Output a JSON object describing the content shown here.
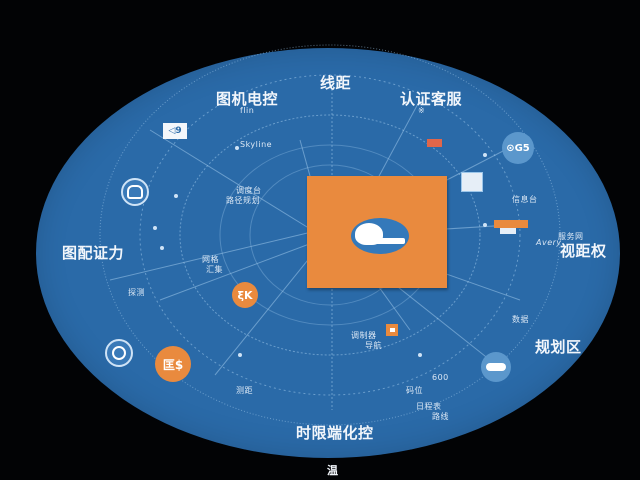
{
  "diagram": {
    "type": "radial-hub-diagram",
    "colors": {
      "background": "#020305",
      "disc": "#2a6aa8",
      "ring_lines": "#9cc6ea",
      "accent_orange": "#e98a3e",
      "accent_red": "#e0664a",
      "text": "#f2f6fb"
    },
    "center_panel": {
      "icon": "cloud-icon"
    },
    "labels": {
      "top": "线距",
      "top_left": "图机电控",
      "top_right": "认证客服",
      "left": "图配证力",
      "right": "视距权",
      "lower_right": "规划区",
      "bottom": "时限端化控",
      "below_disc": "温"
    },
    "small_labels": {
      "top_left_sub": "flin",
      "top_right_sub": "※",
      "upper_left_cluster_1": "Skyline",
      "upper_left_cluster_2a": "调度台",
      "upper_left_cluster_2b": "路径规划",
      "mid_left_1": "网格",
      "mid_left_2": "汇集",
      "left_low": "探测",
      "right_1": "信息台",
      "right_2": "服务网",
      "right_3": "Avery",
      "lower_mid_1": "调制器",
      "lower_mid_2": "导航",
      "lower_right_1": "600",
      "lower_right_2": "码位",
      "lower_right_3": "日程表",
      "lower_right_4": "路线",
      "lower_left": "测距",
      "right_upper_stack": "数据"
    },
    "nodes": {
      "top_left_box": "◁9",
      "left_ring": "person-icon",
      "left_lower_ring": "person-icon",
      "orange_circle_small": "ξK",
      "orange_circle_large": "匡$",
      "top_right_circle": "⊙G5",
      "lower_right_circle": "cloud-icon",
      "right_data_card": "data-card",
      "orange_tab_right": "",
      "red_tag_top": "",
      "small_orange_square": "▫"
    }
  }
}
